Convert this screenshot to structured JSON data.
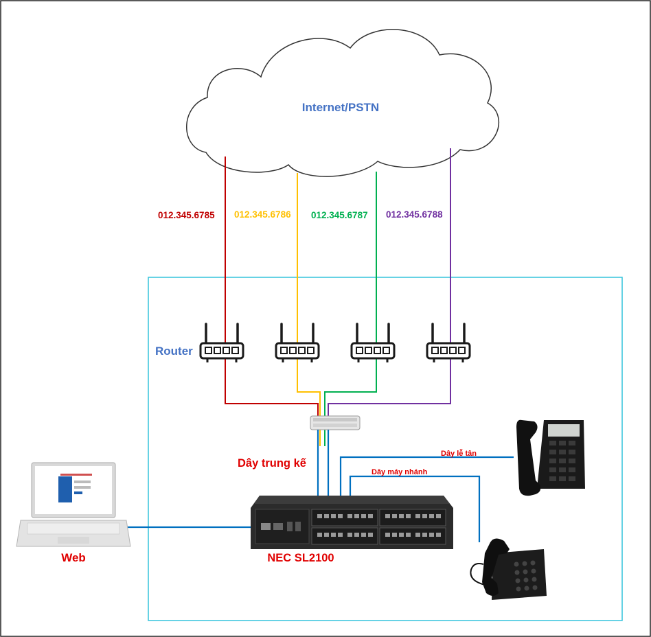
{
  "cloud": {
    "label": "Internet/PSTN"
  },
  "lines": [
    {
      "number": "012.345.6785",
      "color": "#c00000"
    },
    {
      "number": "012.345.6786",
      "color": "#ffc000"
    },
    {
      "number": "012.345.6787",
      "color": "#00b050"
    },
    {
      "number": "012.345.6788",
      "color": "#7030a0"
    }
  ],
  "router_label": "Router",
  "trunk_label": "Dây trung kế",
  "reception_label": "Dây lễ tân",
  "extension_label": "Dây máy nhánh",
  "pbx_label": "NEC SL2100",
  "laptop_label": "Web",
  "colors": {
    "title_blue": "#4472c4",
    "label_red": "#e00000",
    "cable_blue": "#0070c0",
    "frame_cyan": "#33c3dc",
    "router_black": "#1a1a1a",
    "pbx_dark": "#2b2b2b"
  }
}
